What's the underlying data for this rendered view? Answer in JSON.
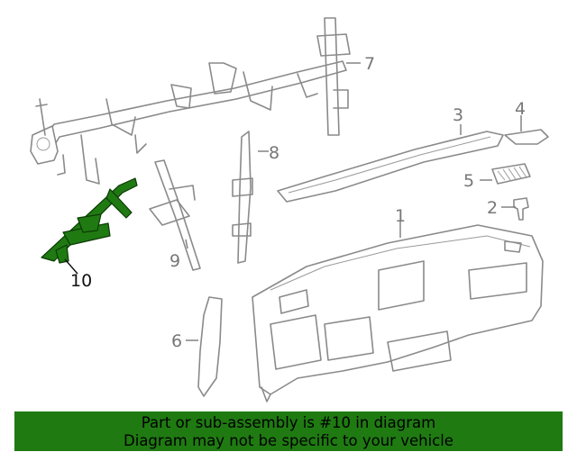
{
  "callouts": {
    "c1": "1",
    "c2": "2",
    "c3": "3",
    "c4": "4",
    "c5": "5",
    "c6": "6",
    "c7": "7",
    "c8": "8",
    "c9": "9",
    "c10": "10"
  },
  "highlighted_part": "10",
  "colors": {
    "highlight": "#1f7a12",
    "line_art": "#8a8a8a",
    "banner": "#1f7a12"
  },
  "banner": {
    "line1": "Part or sub-assembly is #10 in diagram",
    "line2": "Diagram may not be specific to your vehicle"
  }
}
